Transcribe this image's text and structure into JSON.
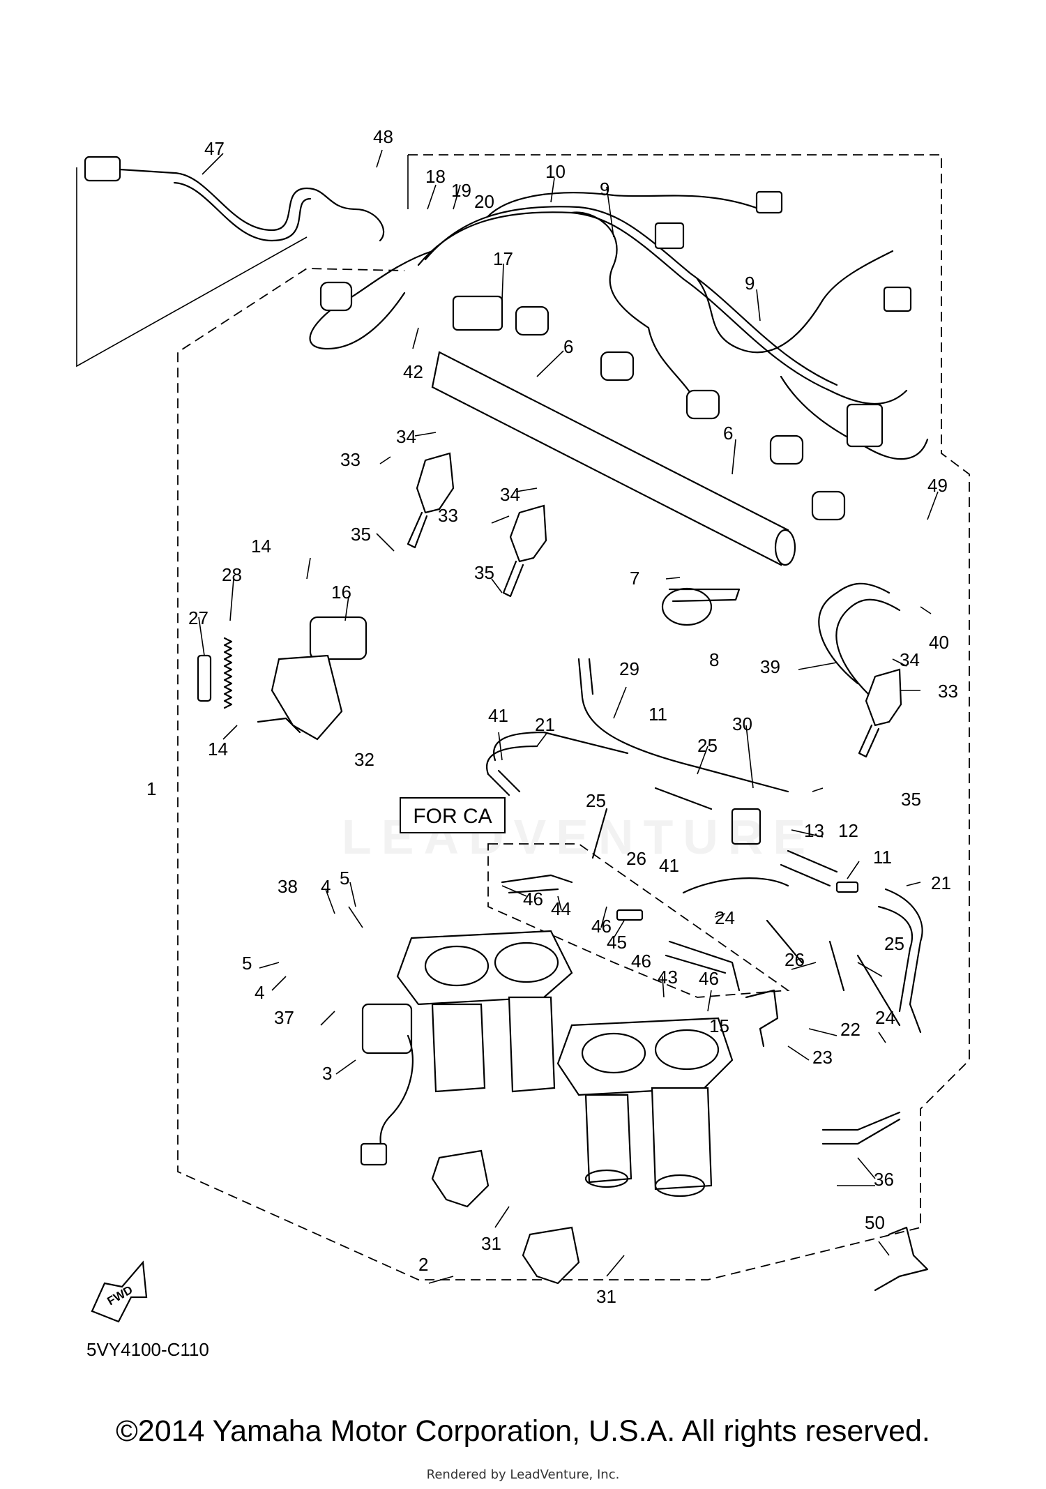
{
  "diagram": {
    "code": "5VY4100-C110",
    "for_ca_label": "FOR CA",
    "fwd_label": "FWD",
    "watermark_text": "LEADVENTURE",
    "copyright": "©2014 Yamaha Motor Corporation, U.S.A. All rights reserved.",
    "render_note": "Rendered by LeadVenture, Inc."
  },
  "callouts": [
    {
      "id": "c47",
      "label": "47"
    },
    {
      "id": "c48",
      "label": "48"
    },
    {
      "id": "c18",
      "label": "18"
    },
    {
      "id": "c19",
      "label": "19"
    },
    {
      "id": "c20",
      "label": "20"
    },
    {
      "id": "c10",
      "label": "10"
    },
    {
      "id": "c9a",
      "label": "9"
    },
    {
      "id": "c9b",
      "label": "9"
    },
    {
      "id": "c17",
      "label": "17"
    },
    {
      "id": "c42",
      "label": "42"
    },
    {
      "id": "c6a",
      "label": "6"
    },
    {
      "id": "c6b",
      "label": "6"
    },
    {
      "id": "c34a",
      "label": "34"
    },
    {
      "id": "c33a",
      "label": "33"
    },
    {
      "id": "c34b",
      "label": "34"
    },
    {
      "id": "c33b",
      "label": "33"
    },
    {
      "id": "c35a",
      "label": "35"
    },
    {
      "id": "c35b",
      "label": "35"
    },
    {
      "id": "c49",
      "label": "49"
    },
    {
      "id": "c7",
      "label": "7"
    },
    {
      "id": "c8",
      "label": "8"
    },
    {
      "id": "c40",
      "label": "40"
    },
    {
      "id": "c34c",
      "label": "34"
    },
    {
      "id": "c39",
      "label": "39"
    },
    {
      "id": "c33c",
      "label": "33"
    },
    {
      "id": "c14a",
      "label": "14"
    },
    {
      "id": "c28",
      "label": "28"
    },
    {
      "id": "c16",
      "label": "16"
    },
    {
      "id": "c27",
      "label": "27"
    },
    {
      "id": "c14b",
      "label": "14"
    },
    {
      "id": "c21a",
      "label": "21"
    },
    {
      "id": "c29",
      "label": "29"
    },
    {
      "id": "c41a",
      "label": "41"
    },
    {
      "id": "c11a",
      "label": "11"
    },
    {
      "id": "c30",
      "label": "30"
    },
    {
      "id": "c25a",
      "label": "25"
    },
    {
      "id": "c1",
      "label": "1"
    },
    {
      "id": "c32",
      "label": "32"
    },
    {
      "id": "c35c",
      "label": "35"
    },
    {
      "id": "c25b",
      "label": "25"
    },
    {
      "id": "c13",
      "label": "13"
    },
    {
      "id": "c12",
      "label": "12"
    },
    {
      "id": "c26a",
      "label": "26"
    },
    {
      "id": "c41b",
      "label": "41"
    },
    {
      "id": "c11b",
      "label": "11"
    },
    {
      "id": "c21b",
      "label": "21"
    },
    {
      "id": "c38",
      "label": "38"
    },
    {
      "id": "c4a",
      "label": "4"
    },
    {
      "id": "c5a",
      "label": "5"
    },
    {
      "id": "c46a",
      "label": "46"
    },
    {
      "id": "c44",
      "label": "44"
    },
    {
      "id": "c46b",
      "label": "46"
    },
    {
      "id": "c24a",
      "label": "24"
    },
    {
      "id": "c45",
      "label": "45"
    },
    {
      "id": "c46c",
      "label": "46"
    },
    {
      "id": "c26b",
      "label": "26"
    },
    {
      "id": "c25c",
      "label": "25"
    },
    {
      "id": "c5b",
      "label": "5"
    },
    {
      "id": "c43",
      "label": "43"
    },
    {
      "id": "c46d",
      "label": "46"
    },
    {
      "id": "c4b",
      "label": "4"
    },
    {
      "id": "c37",
      "label": "37"
    },
    {
      "id": "c15",
      "label": "15"
    },
    {
      "id": "c22",
      "label": "22"
    },
    {
      "id": "c24b",
      "label": "24"
    },
    {
      "id": "c23",
      "label": "23"
    },
    {
      "id": "c3",
      "label": "3"
    },
    {
      "id": "c36",
      "label": "36"
    },
    {
      "id": "c31a",
      "label": "31"
    },
    {
      "id": "c2",
      "label": "2"
    },
    {
      "id": "c50",
      "label": "50"
    },
    {
      "id": "c31b",
      "label": "31"
    }
  ]
}
